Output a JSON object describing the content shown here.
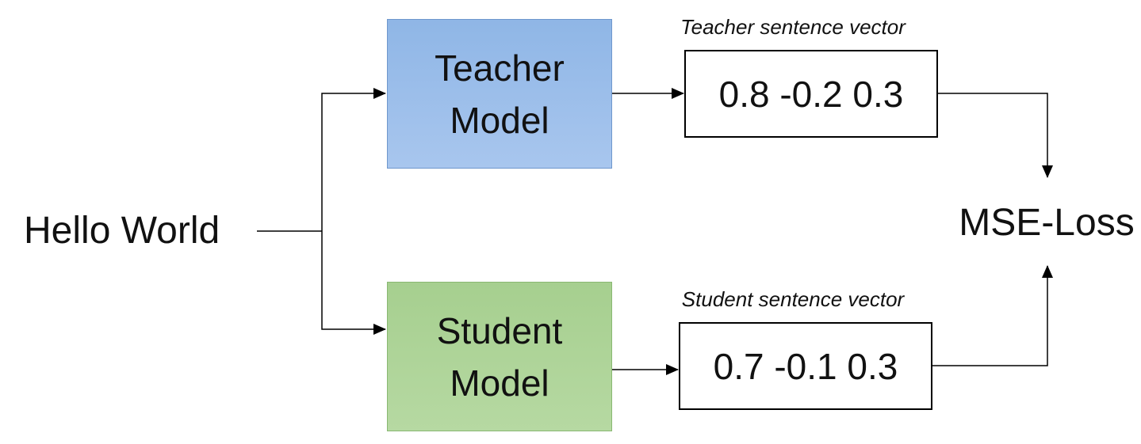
{
  "input": {
    "text": "Hello World"
  },
  "teacher": {
    "line1": "Teacher",
    "line2": "Model",
    "vector_caption": "Teacher sentence vector",
    "vector_values": "0.8 -0.2 0.3",
    "color": "#a3c2ea"
  },
  "student": {
    "line1": "Student",
    "line2": "Model",
    "vector_caption": "Student sentence vector",
    "vector_values": "0.7 -0.1 0.3",
    "color": "#b2d69d"
  },
  "loss": {
    "text": "MSE-Loss"
  }
}
